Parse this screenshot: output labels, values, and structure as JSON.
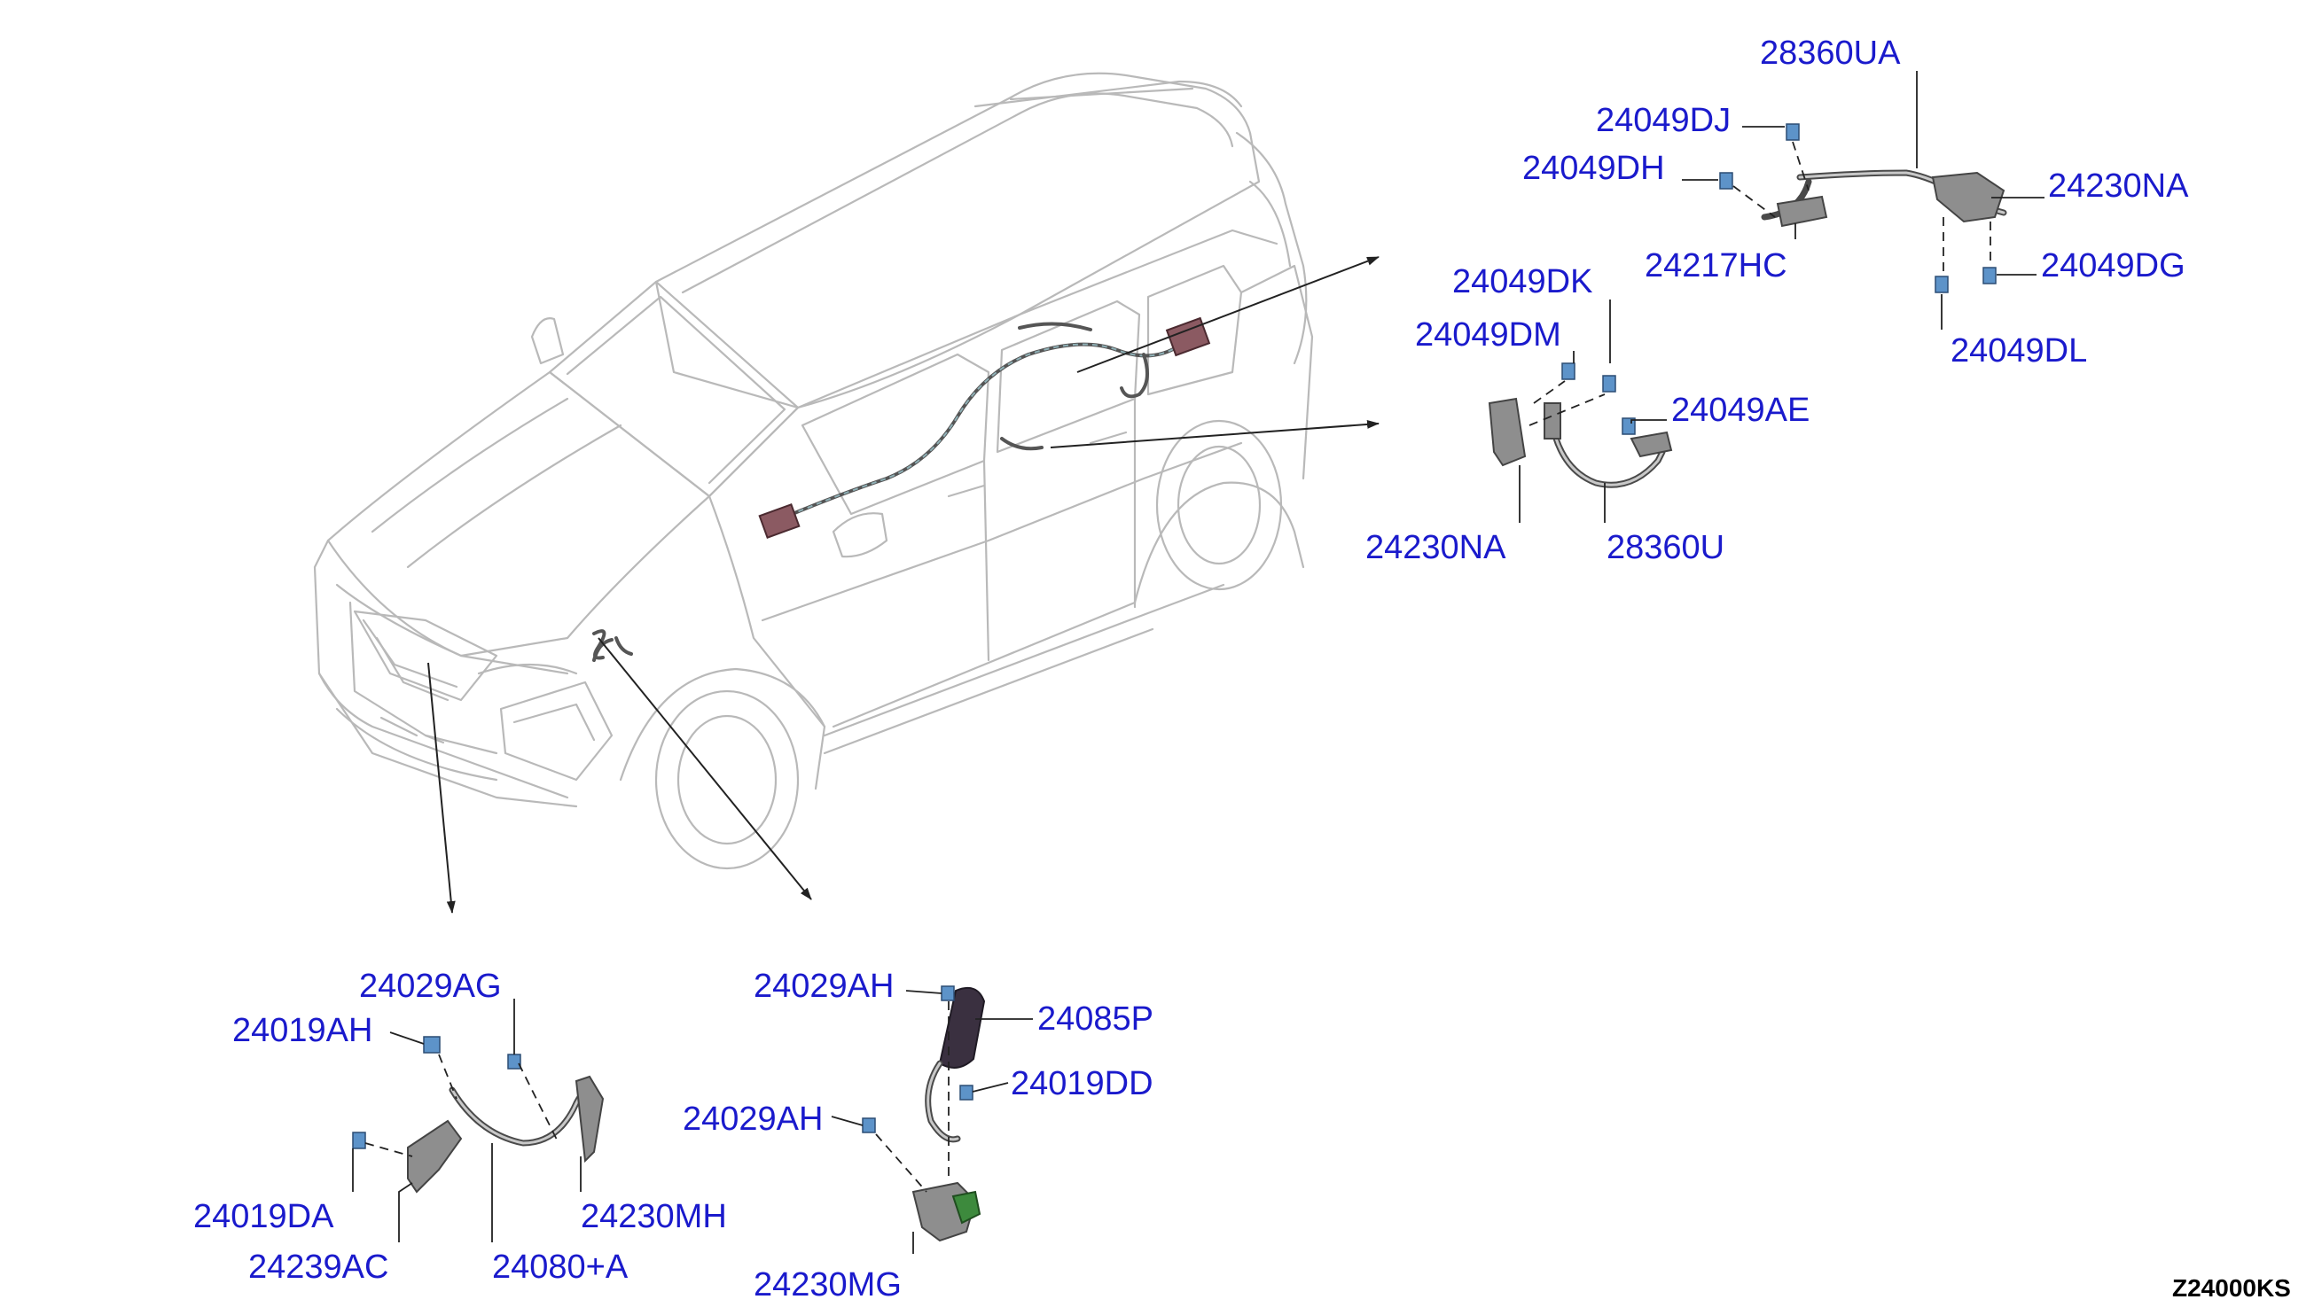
{
  "diagram_code": "Z24000KS",
  "parts": [
    {
      "id": "p01",
      "label": "28360UA"
    },
    {
      "id": "p02",
      "label": "24049DJ"
    },
    {
      "id": "p03",
      "label": "24049DH"
    },
    {
      "id": "p04",
      "label": "24230NA"
    },
    {
      "id": "p05",
      "label": "24217HC"
    },
    {
      "id": "p06",
      "label": "24049DG"
    },
    {
      "id": "p07",
      "label": "24049DL"
    },
    {
      "id": "p08",
      "label": "24049DK"
    },
    {
      "id": "p09",
      "label": "24049DM"
    },
    {
      "id": "p10",
      "label": "24049AE"
    },
    {
      "id": "p11",
      "label": "24230NA"
    },
    {
      "id": "p12",
      "label": "28360U"
    },
    {
      "id": "p13",
      "label": "24029AG"
    },
    {
      "id": "p14",
      "label": "24019AH"
    },
    {
      "id": "p15",
      "label": "24019DA"
    },
    {
      "id": "p16",
      "label": "24230MH"
    },
    {
      "id": "p17",
      "label": "24239AC"
    },
    {
      "id": "p18",
      "label": "24080+A"
    },
    {
      "id": "p19",
      "label": "24029AH"
    },
    {
      "id": "p20",
      "label": "24085P"
    },
    {
      "id": "p21",
      "label": "24019DD"
    },
    {
      "id": "p22",
      "label": "24029AH"
    },
    {
      "id": "p23",
      "label": "24230MG"
    }
  ]
}
